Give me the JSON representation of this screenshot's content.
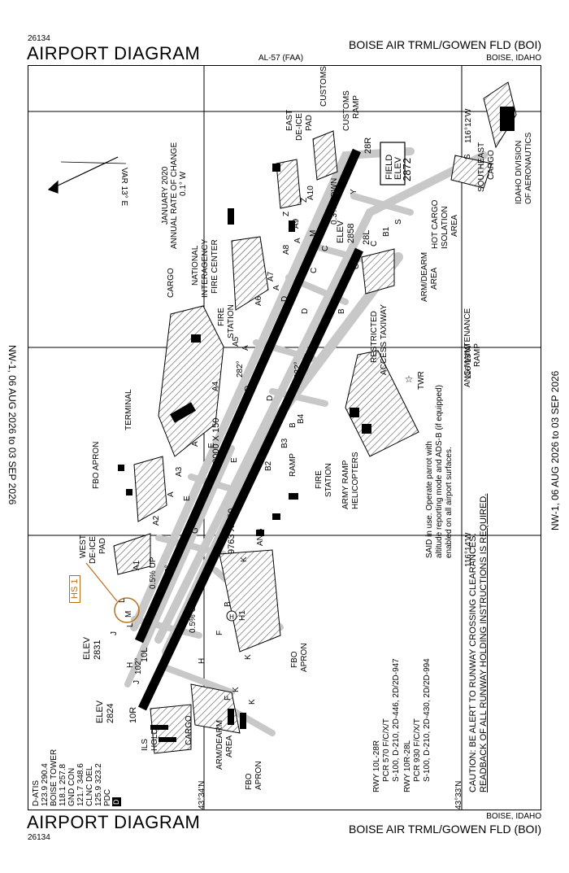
{
  "header": {
    "top_number": "26134",
    "title": "AIRPORT DIAGRAM",
    "airport_name": "BOISE AIR TRML/GOWEN FLD (BOI)",
    "al_number": "AL-57 (FAA)",
    "city_state": "BOISE, IDAHO"
  },
  "footer": {
    "title": "AIRPORT DIAGRAM",
    "number": "26134",
    "city_state": "BOISE, IDAHO",
    "airport_name": "BOISE AIR TRML/GOWEN FLD (BOI)"
  },
  "side": {
    "left_dates": "NW-1, 06 AUG 2026  to  03 SEP 2026",
    "right_dates": "NW-1, 06 AUG 2026  to  03 SEP 2026"
  },
  "coords": {
    "lon_1": "116°12'W",
    "lon_2": "116°13'W",
    "lon_3": "116°14'W",
    "lat_top": "43°34'N",
    "lat_bottom": "43°33'N"
  },
  "comms": {
    "lines": [
      "D-ATIS",
      "123.9 290.4",
      "BOISE TOWER",
      "118.1 257.8",
      "GND CON",
      "121.7 348.6",
      "CLNC DEL",
      "125.9 323.2",
      "PDC"
    ],
    "badge": "D"
  },
  "runway_info": {
    "lines": [
      "RWY 10L-28R",
      "PCR 570 F/C/X/T",
      "S-100, D-210, 2D-446, 2D/2D-947",
      "RWY 10R-28L",
      "PCR 930 F/C/X/T",
      "S-100, D-210, 2D-430, 2D/2D-994"
    ]
  },
  "caution": {
    "line1": "CAUTION: BE ALERT TO RUNWAY CROSSING CLEARANCES.",
    "line2": "READBACK OF ALL RUNWAY HOLDING INSTRUCTIONS IS REQUIRED."
  },
  "said_note": {
    "lines": [
      "SAID in use. Operate parrot with",
      "altitude reporting mode and ADS-B (if equipped)",
      "enabled on all airport surfaces."
    ]
  },
  "magvar": {
    "var": "VAR 13° E",
    "rate_lines": [
      "JANUARY 2020",
      "ANNUAL RATE OF CHANGE",
      "0.1° W"
    ]
  },
  "field_elev": {
    "label1": "FIELD",
    "label2": "ELEV",
    "value": "2872"
  },
  "hotspot": {
    "label": "HS 1"
  },
  "runways": {
    "rwy_north_dims": "10000 X 150",
    "rwy_south_dims": "9763 X 150",
    "hdg_282_a": "282°",
    "hdg_282_b": "282°",
    "hdg_102_a": "102°",
    "hdg_102_b": "102°",
    "end_10L": "10L",
    "end_10R": "10R",
    "end_28R": "28R",
    "end_28L": "28L",
    "slope_down": "0.3% DOWN",
    "slope_up_a": "0.5% UP",
    "slope_up_b": "0.5% UP",
    "elev_2858_label": "ELEV",
    "elev_2858": "2858",
    "elev_2831_label": "ELEV",
    "elev_2831": "2831",
    "elev_2824_label": "ELEV",
    "elev_2824": "2824"
  },
  "labels": {
    "customs": "CUSTOMS",
    "customs_ramp": [
      "CUSTOMS",
      "RAMP"
    ],
    "east_deice": [
      "EAST",
      "DE-ICE",
      "PAD"
    ],
    "hot_cargo": [
      "HOT CARGO",
      "ISOLATION",
      "AREA"
    ],
    "southeast_cargo": [
      "SOUTHEAST",
      "CARGO"
    ],
    "idaho_div": [
      "IDAHO DIVISION",
      "OF AERONAUTICS"
    ],
    "natl_fire": [
      "NATIONAL",
      "INTERAGENCY",
      "FIRE CENTER"
    ],
    "cargo_north": "CARGO",
    "fire_station_north": [
      "FIRE",
      "STATION"
    ],
    "terminal": "TERMINAL",
    "fbo_apron_north": "FBO APRON",
    "west_deice": [
      "WEST",
      "DE-ICE",
      "PAD"
    ],
    "arm_dearm_east": [
      "ARM/DEARM",
      "AREA"
    ],
    "restricted": [
      "RESTRICTED",
      "ACCESS TAXIWAY"
    ],
    "ang_maint": [
      "ANG MAINTENANCE",
      "RAMP"
    ],
    "twr": "TWR",
    "fire_station_south": [
      "FIRE",
      "STATION"
    ],
    "army_ramp": [
      "ARMY RAMP",
      "HELICOPTERS"
    ],
    "ramp": "RAMP",
    "ang": "ANG",
    "fbo_apron_south": [
      "FBO",
      "APRON"
    ],
    "arm_dearm_west": [
      "ARM/DEARM",
      "AREA"
    ],
    "fbo_apron_sw": [
      "FBO",
      "APRON"
    ],
    "cargo_south": "CARGO",
    "ils_hold": [
      "ILS",
      "HOLD"
    ],
    "h1": "H1"
  },
  "taxiways": {
    "north_side": [
      "A",
      "A",
      "A",
      "A",
      "A",
      "A1",
      "A2",
      "A3",
      "A4",
      "A5",
      "A6",
      "A7",
      "A8",
      "A9",
      "A10",
      "Z",
      "Z"
    ],
    "between": [
      "C",
      "C",
      "C",
      "C",
      "C",
      "D",
      "D",
      "D",
      "D",
      "E",
      "E",
      "E",
      "G",
      "G",
      "B",
      "B",
      "B",
      "B1",
      "B2",
      "B3",
      "B4",
      "F",
      "F",
      "H",
      "H",
      "J",
      "J",
      "K",
      "K",
      "K",
      "K",
      "L",
      "L",
      "M",
      "M",
      "S",
      "S",
      "X",
      "Y"
    ]
  }
}
